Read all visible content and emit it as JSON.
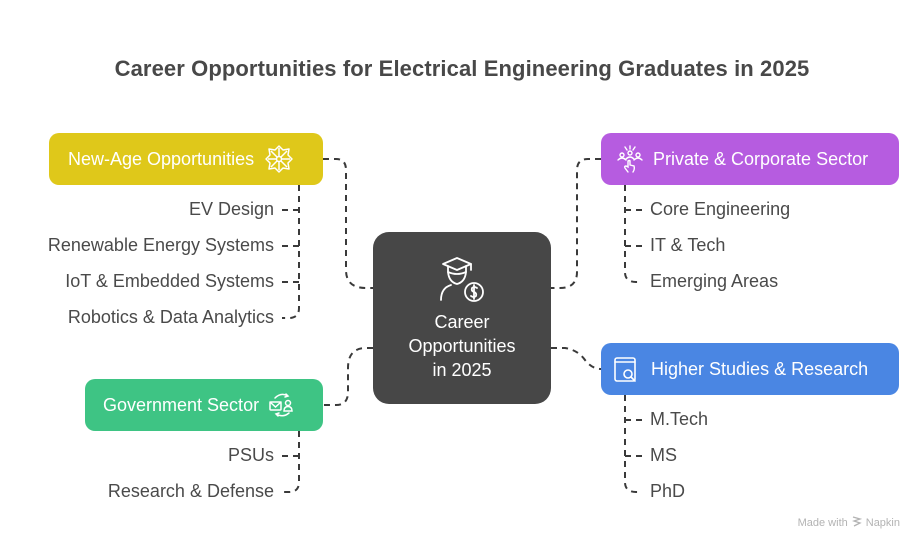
{
  "title": "Career Opportunities for Electrical Engineering Graduates in 2025",
  "center": {
    "lines": [
      "Career",
      "Opportunities",
      "in 2025"
    ],
    "icon": "graduate-money-icon",
    "color": "#474747"
  },
  "branches": {
    "new_age": {
      "label": "New-Age Opportunities",
      "icon": "snowflake-network-icon",
      "color": "#DFC81A",
      "items": [
        "EV Design",
        "Renewable Energy Systems",
        "IoT & Embedded Systems",
        "Robotics & Data Analytics"
      ]
    },
    "private": {
      "label": "Private & Corporate Sector",
      "icon": "team-hand-icon",
      "color": "#B65CE0",
      "items": [
        "Core Engineering",
        "IT & Tech",
        "Emerging Areas"
      ]
    },
    "higher": {
      "label": "Higher Studies & Research",
      "icon": "book-search-icon",
      "color": "#4A86E3",
      "items": [
        "M.Tech",
        "MS",
        "PhD"
      ]
    },
    "government": {
      "label": "Government Sector",
      "icon": "mail-person-exchange-icon",
      "color": "#3EC484",
      "items": [
        "PSUs",
        "Research & Defense"
      ]
    }
  },
  "footer": {
    "made_with": "Made with",
    "brand": "Napkin"
  }
}
